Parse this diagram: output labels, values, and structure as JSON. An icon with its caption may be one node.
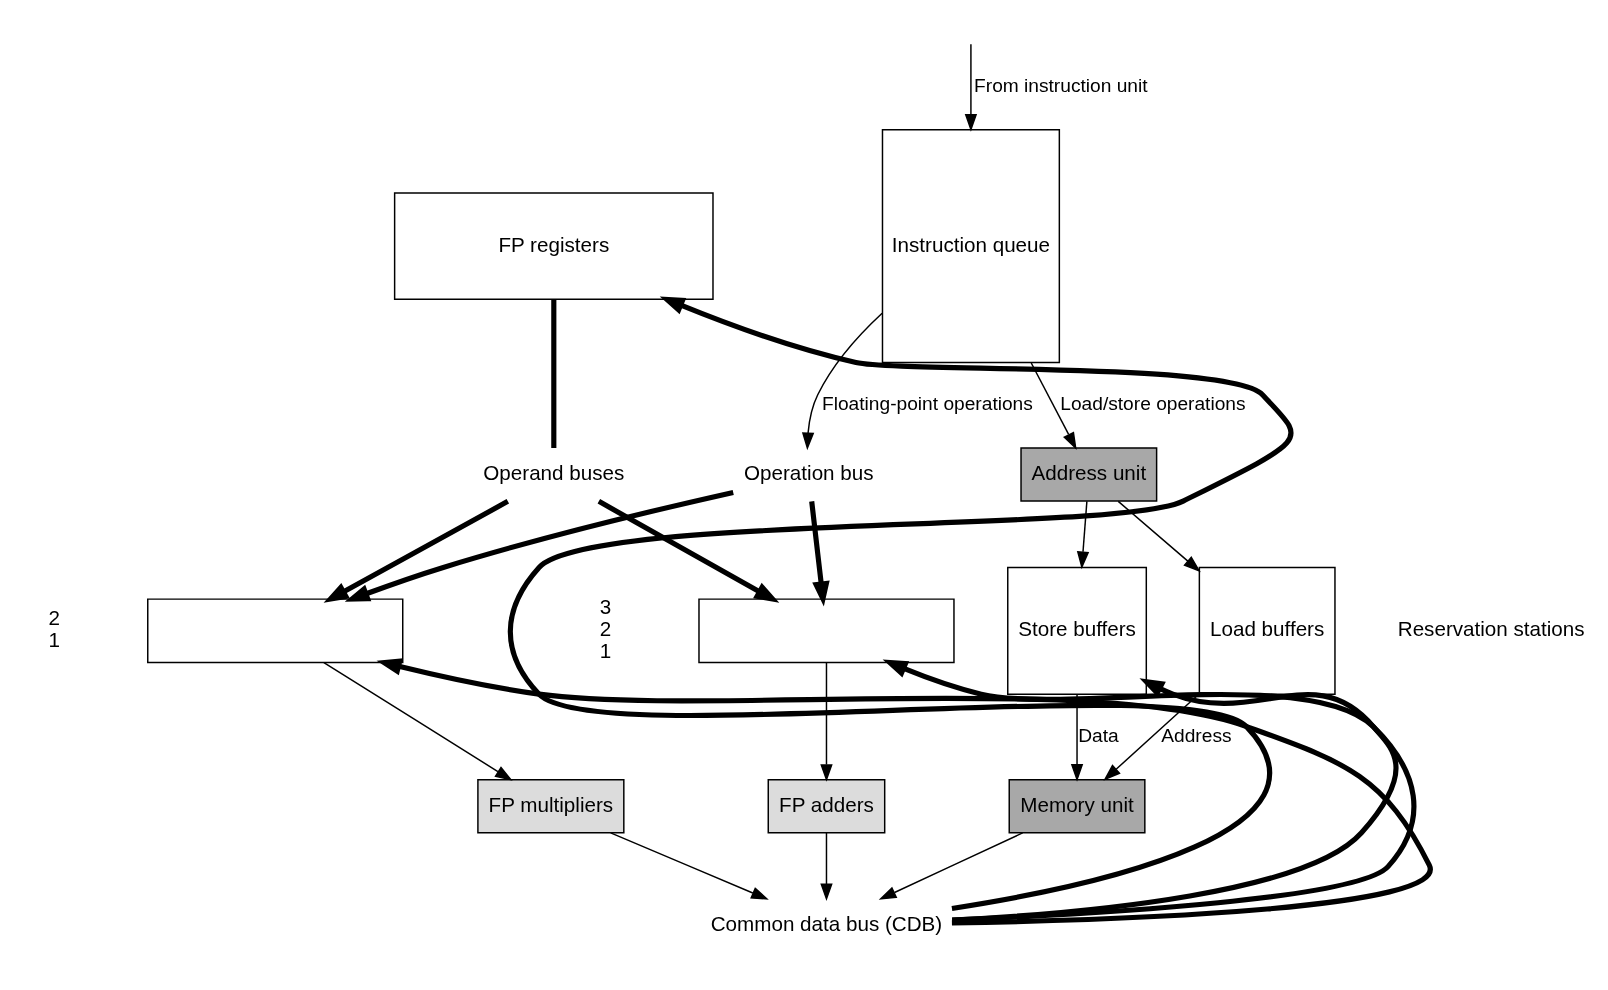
{
  "diagram": {
    "nodes": [
      {
        "text": [
          "Instruction queue"
        ]
      },
      {
        "text": [
          "FP registers"
        ]
      },
      {
        "text": [
          "Address unit"
        ]
      },
      {
        "text": [
          "Store buffers"
        ]
      },
      {
        "text": [
          "Load buffers"
        ]
      },
      {
        "text": [
          "Memory unit"
        ]
      },
      {
        "text": [
          "Operation bus"
        ]
      },
      {
        "text": [
          "Operand buses"
        ]
      },
      {
        "text": [],
        "shape": "box",
        "beside": [
          "3",
          "2",
          "1"
        ]
      },
      {
        "text": [],
        "shape": "box",
        "beside": [
          "2",
          "1"
        ]
      },
      {
        "text": [
          "FP adders"
        ]
      },
      {
        "text": [
          "FP multipliers"
        ]
      },
      {
        "text": [
          "Common data bus (CDB)"
        ]
      }
    ],
    "edges": [
      {
        "from": null,
        "to": 0,
        "arrow": "to",
        "label": "From instruction unit"
      },
      {
        "from": 0,
        "to": 2,
        "arrow": "to",
        "label": "Load/store operations"
      },
      {
        "from": 0,
        "to": 6,
        "arrow": "to",
        "label": "Floating-point operations"
      },
      {
        "from": 2,
        "to": 3,
        "arrow": "to"
      },
      {
        "from": 2,
        "to": 4,
        "arrow": "to"
      },
      {
        "from": 3,
        "to": 5,
        "arrow": "to",
        "label": "Data"
      },
      {
        "from": 4,
        "to": 5,
        "arrow": "to",
        "label": "Address"
      },
      {
        "from": 1,
        "to": 7,
        "arrow": "none",
        "style": "thick"
      },
      {
        "from": 6,
        "to": 8,
        "arrow": "to",
        "style": "thick"
      },
      {
        "from": 6,
        "to": 9,
        "arrow": "to",
        "style": "thick"
      },
      {
        "from": 7,
        "to": 8,
        "arrow": "to",
        "style": "thick"
      },
      {
        "from": 7,
        "to": 9,
        "arrow": "to",
        "style": "thick"
      },
      {
        "from": 8,
        "to": 10,
        "arrow": "to"
      },
      {
        "from": 9,
        "to": 11,
        "arrow": "to"
      },
      {
        "from": 5,
        "to": 12,
        "arrow": "to"
      },
      {
        "from": 10,
        "to": 12,
        "arrow": "to"
      },
      {
        "from": 11,
        "to": 12,
        "arrow": "to"
      },
      {
        "from": 12,
        "to": 3,
        "arrow": "to",
        "style": "thick"
      },
      {
        "from": 12,
        "to": 1,
        "arrow": "to",
        "style": "thick"
      },
      {
        "from": 12,
        "to": 8,
        "arrow": "to",
        "style": "thick"
      },
      {
        "from": 12,
        "to": 9,
        "arrow": "to",
        "style": "thick"
      }
    ],
    "labels": [
      "Reservation stations"
    ]
  }
}
